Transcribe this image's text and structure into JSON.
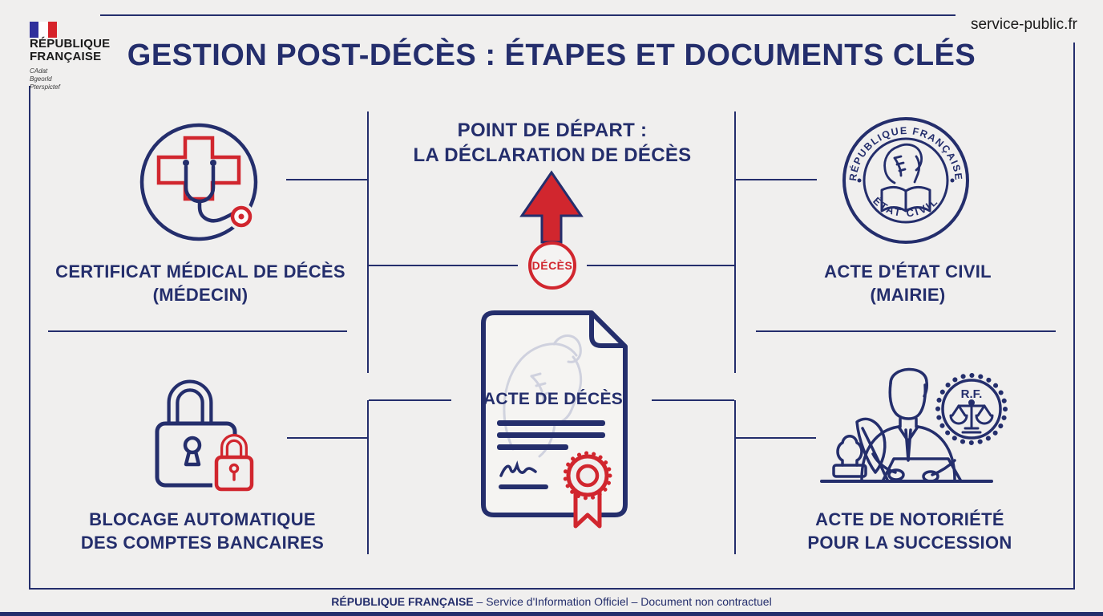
{
  "colors": {
    "navy": "#242e6c",
    "red": "#d1262e",
    "background": "#f0efee",
    "black": "#1a1a1a",
    "watermark": "#c9ccdb",
    "flag_blue": "#2f2f9c",
    "flag_red": "#d6232a"
  },
  "header": {
    "logo_line1": "RÉPUBLIQUE",
    "logo_line2": "FRANÇAISE",
    "logo_motto": [
      "CAdat",
      "Bgeorld",
      "Pterspictef"
    ],
    "site": "service-public.fr",
    "title": "GESTION POST-DÉCÈS : ÉTAPES ET DOCUMENTS CLÉS"
  },
  "start": {
    "line1": "POINT DE DÉPART :",
    "line2": "LA DÉCLARATION DE DÉCÈS",
    "badge": "DÉCÈS"
  },
  "steps": {
    "medical": {
      "label": "CERTIFICAT MÉDICAL DE DÉCÈS",
      "sub": "(MÉDECIN)"
    },
    "etat_civil": {
      "seal_top": "RÉPUBLIQUE FRANÇAISE",
      "seal_bottom": "ÉTAT CIVIL",
      "label": "ACTE D'ÉTAT CIVIL",
      "sub": "(MAIRIE)"
    },
    "blocage": {
      "line1": "BLOCAGE AUTOMATIQUE",
      "line2": "DES COMPTES BANCAIRES"
    },
    "notoriete": {
      "seal": "R.F.",
      "line1": "ACTE DE NOTORIÉTÉ",
      "line2": "POUR LA SUCCESSION"
    }
  },
  "document": {
    "title": "ACTE DE DÉCÈS"
  },
  "footer": {
    "brand": "RÉPUBLIQUE FRANÇAISE",
    "rest": "– Service d'Information Officiel – Document non contractuel"
  }
}
